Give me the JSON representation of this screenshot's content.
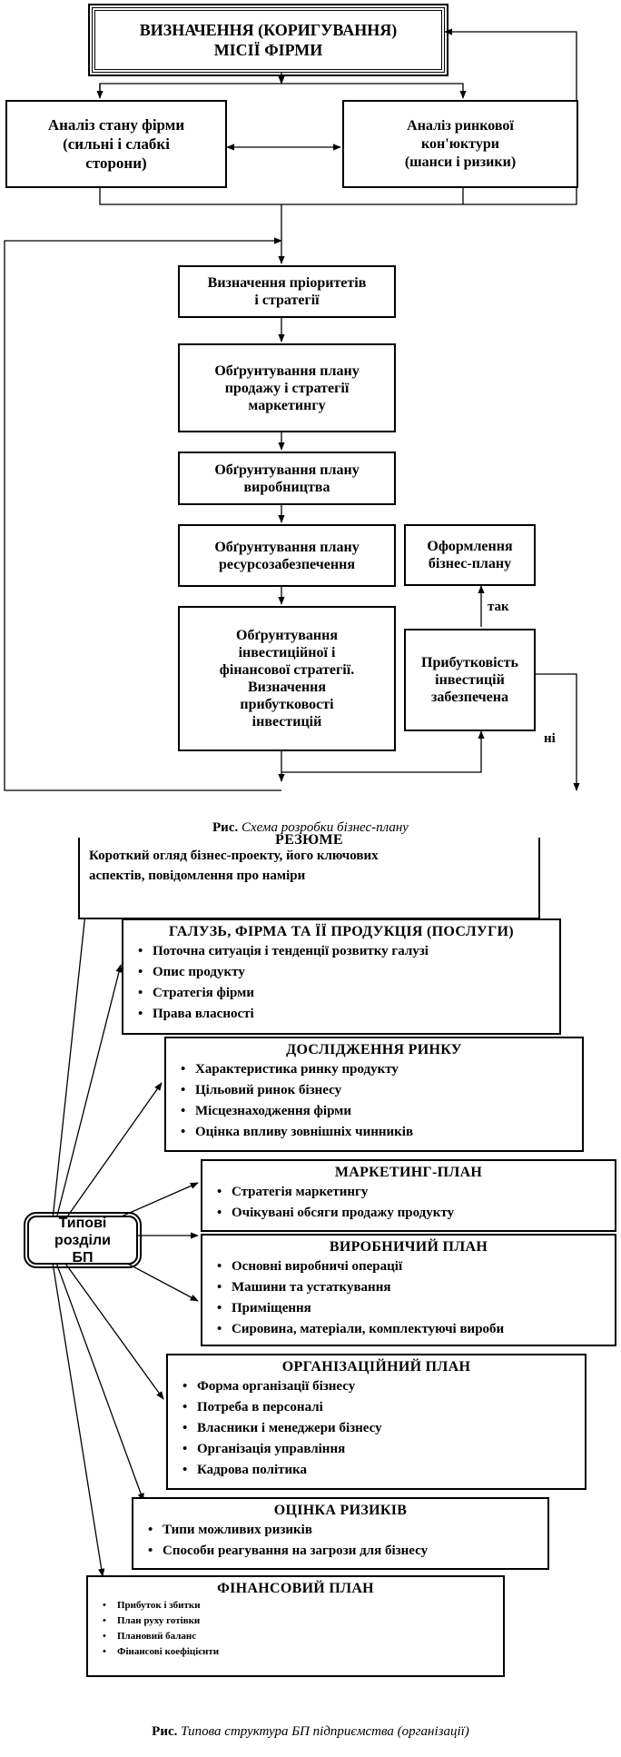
{
  "diagram1": {
    "mission": [
      "ВИЗНАЧЕННЯ (КОРИГУВАННЯ)",
      "МІСІЇ ФІРМИ"
    ],
    "analysis_firm": [
      "Аналіз стану фірми",
      "(сильні і слабкі",
      "сторони)"
    ],
    "analysis_market": [
      "Аналіз ринкової",
      "кон'юктури",
      "(шанси і ризики)"
    ],
    "steps": [
      [
        "Визначення пріоритетів",
        "і стратегії"
      ],
      [
        "Обґрунтування плану",
        "продажу і стратегії",
        "маркетингу"
      ],
      [
        "Обґрунтування плану",
        "виробництва"
      ],
      [
        "Обґрунтування плану",
        "ресурсозабезпечення"
      ],
      [
        "Обґрунтування",
        "інвестиційної і",
        "фінансової стратегії.",
        "Визначення",
        "прибутковості",
        "інвестицій"
      ]
    ],
    "decision": [
      "Прибутковість",
      "інвестицій",
      "забезпечена"
    ],
    "final": [
      "Оформлення",
      "бізнес-плану"
    ],
    "yes_label": "так",
    "no_label": "ні",
    "caption_prefix": "Рис.",
    "caption_text": "Схема розробки бізнес-плану"
  },
  "diagram2": {
    "hub": [
      "Типові розділи",
      "БП"
    ],
    "resume": {
      "title": "РЕЗЮМЕ",
      "text": [
        "Короткий огляд бізнес-проекту, його ключових",
        "аспектів, повідомлення про наміри"
      ]
    },
    "sections": [
      {
        "title": "ГАЛУЗЬ, ФІРМА ТА ЇЇ ПРОДУКЦІЯ (ПОСЛУГИ)",
        "items": [
          "Поточна ситуація і тенденції розвитку галузі",
          "Опис продукту",
          "Стратегія фірми",
          "Права власності"
        ]
      },
      {
        "title": "ДОСЛІДЖЕННЯ РИНКУ",
        "items": [
          "Характеристика ринку продукту",
          "Цільовий ринок бізнесу",
          "Місцезнаходження фірми",
          "Оцінка впливу зовнішніх чинників"
        ]
      },
      {
        "title": "МАРКЕТИНГ-ПЛАН",
        "items": [
          "Стратегія маркетингу",
          "Очікувані обсяги продажу продукту"
        ]
      },
      {
        "title": "ВИРОБНИЧИЙ ПЛАН",
        "items": [
          "Основні виробничі операції",
          "Машини та устаткування",
          "Приміщення",
          "Сировина, матеріали, комплектуючі вироби"
        ]
      },
      {
        "title": "ОРГАНІЗАЦІЙНИЙ ПЛАН",
        "items": [
          "Форма організації бізнесу",
          "Потреба в персоналі",
          "Власники і менеджери бізнесу",
          "Організація управління",
          "Кадрова політика"
        ]
      },
      {
        "title": "ОЦІНКА РИЗИКІВ",
        "items": [
          "Типи можливих ризиків",
          "Способи реагування на загрози для бізнесу"
        ]
      },
      {
        "title": "ФІНАНСОВИЙ ПЛАН",
        "items": [
          "Прибуток і збитки",
          "План руху готівки",
          "Плановий баланс",
          "Фінансові коефіцієнти"
        ]
      }
    ],
    "caption_prefix": "Рис.",
    "caption_text": "Типова структура БП підприємства (організації)"
  }
}
